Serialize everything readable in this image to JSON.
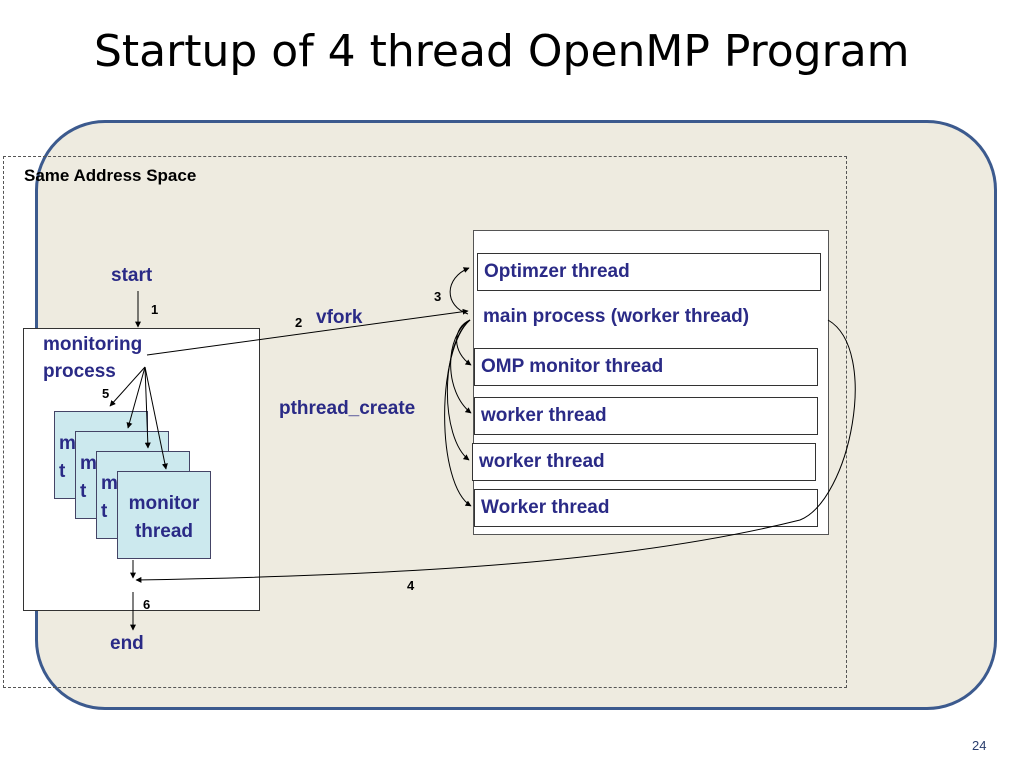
{
  "title": "Startup of 4 thread OpenMP Program",
  "address_space_label": "Same Address Space",
  "start_label": "start",
  "end_label": "end",
  "monitoring_process": [
    "monitoring",
    "process"
  ],
  "monitor_thread_card": [
    "monitor",
    "thread"
  ],
  "monitor_card_back": [
    [
      "m",
      "t"
    ],
    [
      "m",
      "t"
    ],
    [
      "m",
      "t"
    ]
  ],
  "vfork_label": "vfork",
  "pthread_create_label": "pthread_create",
  "threads": {
    "optimizer": "Optimzer thread",
    "main_process": "main process (worker thread)",
    "omp_monitor": "OMP monitor thread",
    "worker1": "worker thread",
    "worker2": "worker thread",
    "worker3": "Worker thread"
  },
  "step_numbers": {
    "s1": "1",
    "s2": "2",
    "s3": "3",
    "s4": "4",
    "s5": "5",
    "s6": "6"
  },
  "page_number": "24"
}
